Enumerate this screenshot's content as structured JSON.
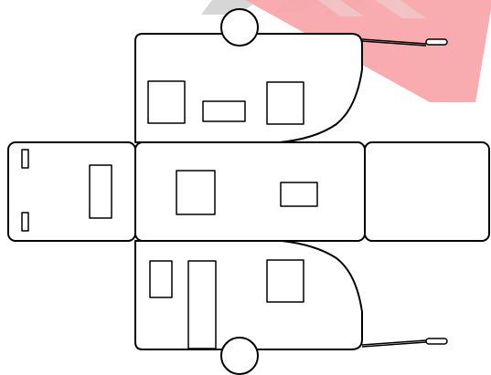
{
  "diagram": {
    "subject": "caravan-net-unfolded",
    "colors": {
      "line": "#000000",
      "fill": "#ffffff",
      "banner": "#f8a8ab",
      "banner_stripe": "#cfcfcf"
    },
    "panels": [
      "roof-top",
      "front",
      "roof-centre",
      "back",
      "side-bottom"
    ]
  }
}
